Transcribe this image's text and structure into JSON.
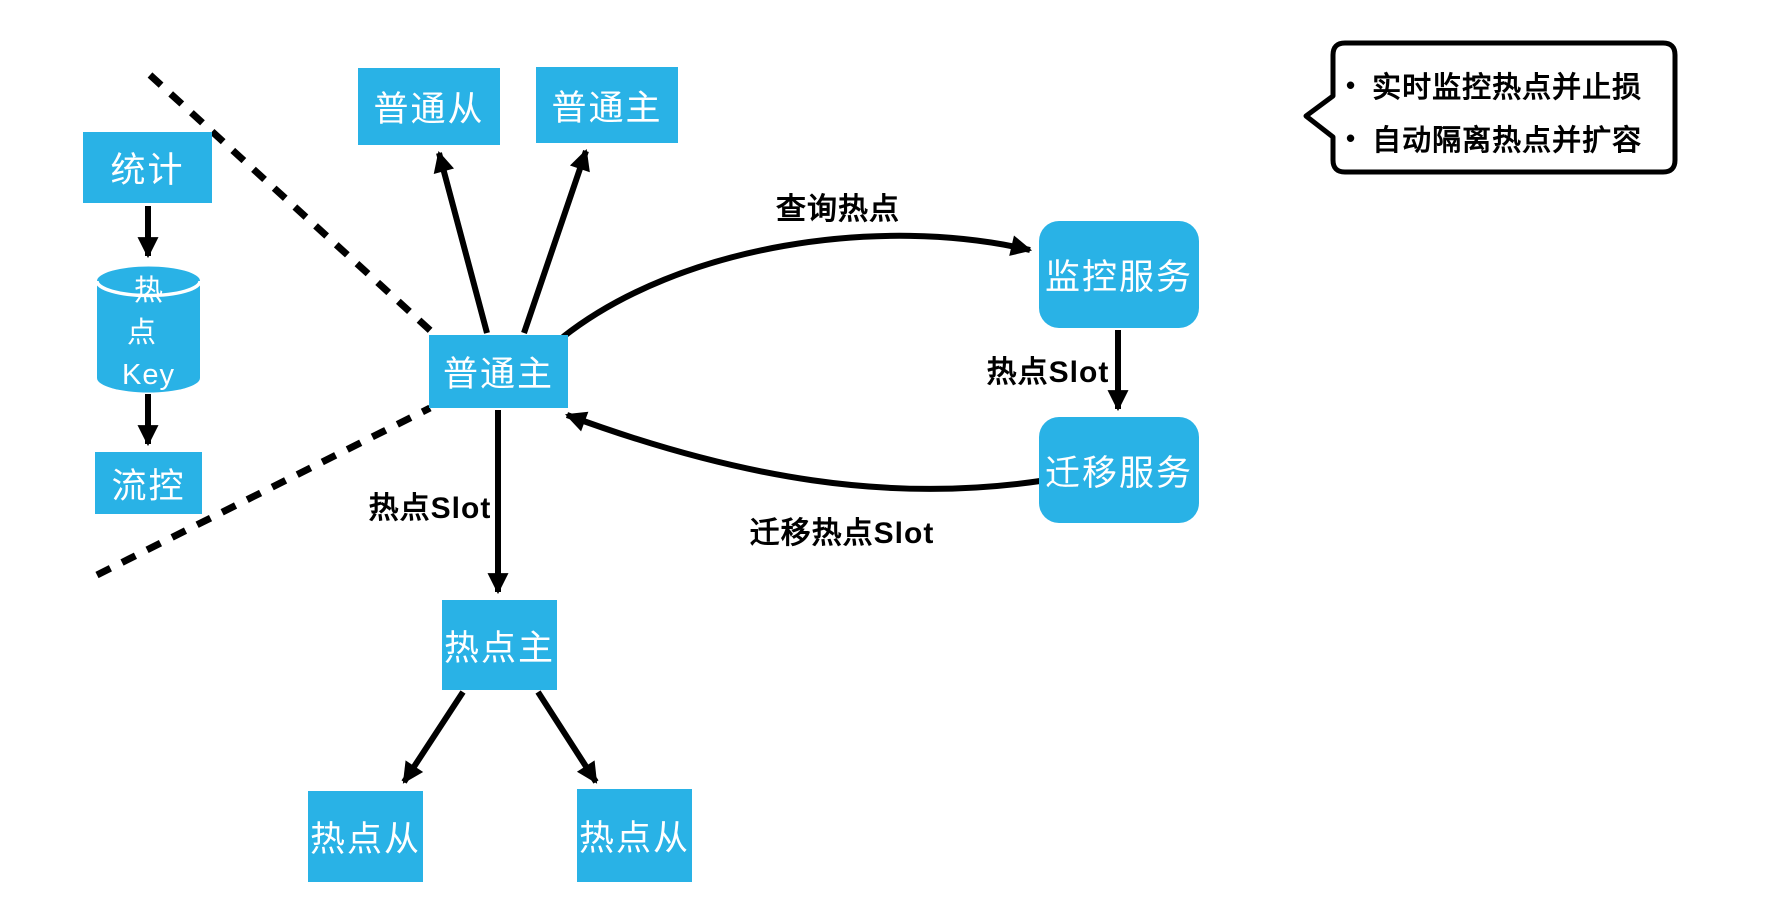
{
  "colors": {
    "node_blue": "#29B2E6",
    "line_black": "#000000",
    "background": "#FFFFFF"
  },
  "nodes": {
    "stats": "统计",
    "hot_key_line1": "热 点",
    "hot_key_line2": "Key",
    "flow_control": "流控",
    "normal_slave_top": "普通从",
    "normal_master_top": "普通主",
    "normal_master_center": "普通主",
    "monitor_service": "监控服务",
    "migrate_service": "迁移服务",
    "hot_master": "热点主",
    "hot_slave_left": "热点从",
    "hot_slave_right": "热点从"
  },
  "edge_labels": {
    "query_hot": "查询热点",
    "hot_slot_right": "热点Slot",
    "migrate_hot_slot": "迁移热点Slot",
    "hot_slot_left": "热点Slot"
  },
  "callout": {
    "items": [
      {
        "bullet": "•",
        "text": "实时监控热点并止损"
      },
      {
        "bullet": "•",
        "text": "自动隔离热点并扩容"
      }
    ]
  }
}
